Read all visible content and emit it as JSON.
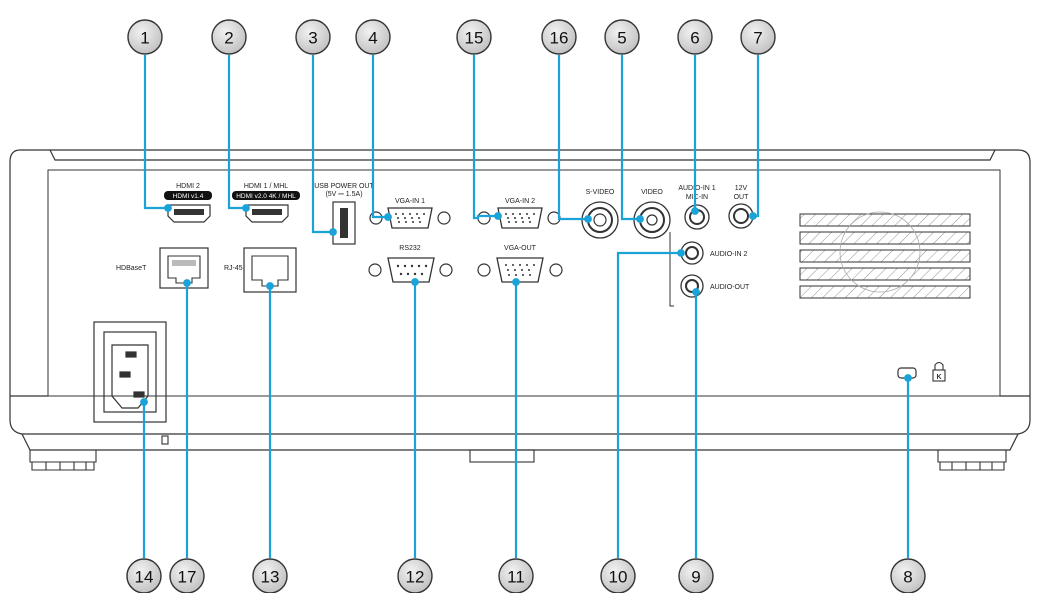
{
  "callouts": [
    "1",
    "2",
    "3",
    "4",
    "15",
    "16",
    "5",
    "6",
    "7",
    "14",
    "17",
    "13",
    "12",
    "11",
    "10",
    "9",
    "8"
  ],
  "labels": {
    "hdmi2": "HDMI 2",
    "hdmi2_ver": "HDMI v1.4",
    "hdmi1": "HDMI 1 / MHL",
    "hdmi1_ver": "HDMI v2.0 4K / MHL",
    "usb": "USB POWER OUT",
    "usb_spec": "(5V ⎓ 1.5A)",
    "vga_in1": "VGA-IN 1",
    "vga_in2": "VGA-IN 2",
    "svideo": "S-VIDEO",
    "video": "VIDEO",
    "audio_in1": "AUDIO-IN 1",
    "mic_in": "MIC-IN",
    "v12": "12V",
    "out": "OUT",
    "hdbaset": "HDBaseT",
    "rj45": "RJ-45",
    "rs232": "RS232",
    "vga_out": "VGA-OUT",
    "audio_in2": "AUDIO-IN 2",
    "audio_out": "AUDIO-OUT"
  },
  "colors": {
    "leader": "#1aa3d9",
    "badge_fill": "#d9d9d9",
    "badge_stroke": "#333333",
    "outline": "#333333",
    "pill_bg": "#111111"
  },
  "icons": [
    "kensington-lock-icon"
  ]
}
